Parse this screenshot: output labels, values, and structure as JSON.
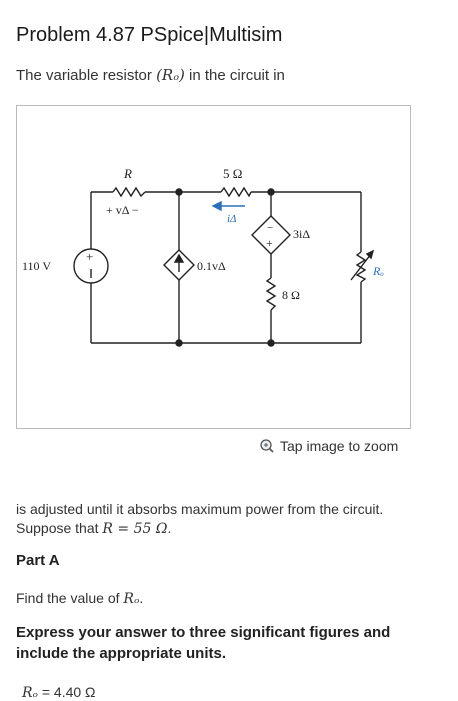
{
  "header": {
    "title": "Problem 4.87 PSpice|Multisim"
  },
  "intro": {
    "text": "The variable resistor",
    "symbol": "(Rₒ)",
    "suffix": "in the circuit in"
  },
  "circuit": {
    "labels": {
      "source_voltage": "110 V",
      "resistor_r": "R",
      "resistor_5": "5 Ω",
      "v_delta": "+ vΔ −",
      "i_delta": "iΔ",
      "dep_current_source": "0.1vΔ",
      "dep_voltage_source": "3iΔ",
      "resistor_8": "8 Ω",
      "variable_resistor": "Rₒ"
    }
  },
  "zoom": {
    "label": "Tap image to zoom",
    "icon": "magnifier-icon"
  },
  "problem": {
    "line1": "is adjusted until it absorbs maximum power from the circuit.",
    "line2_prefix": "Suppose that",
    "line2_math": "R = 55 Ω",
    "line2_suffix": "."
  },
  "part": {
    "label": "Part A"
  },
  "question": {
    "prefix": "Find the value of",
    "symbol": "Rₒ",
    "suffix": "."
  },
  "instructions": {
    "text": "Express your answer to three significant figures and include the appropriate units."
  },
  "answer": {
    "symbol": "Rₒ",
    "equals": "=",
    "value": "4.40 Ω"
  }
}
